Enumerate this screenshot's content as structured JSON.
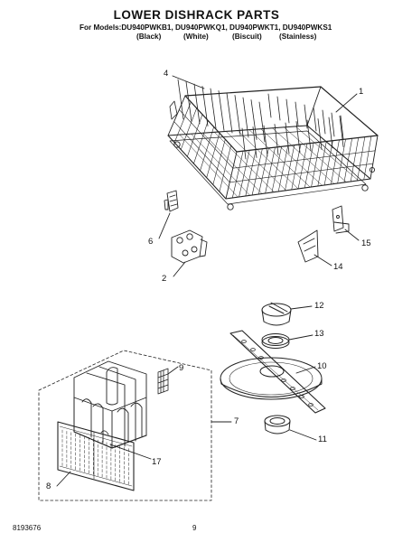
{
  "header": {
    "title": "LOWER DISHRACK PARTS",
    "models": "For Models:DU940PWKB1, DU940PWKQ1, DU940PWKT1, DU940PWKS1",
    "finishes": [
      "(Black)",
      "(White)",
      "(Biscuit)",
      "(Stainless)"
    ]
  },
  "callouts": [
    "1",
    "2",
    "4",
    "6",
    "7",
    "8",
    "9",
    "10",
    "11",
    "12",
    "13",
    "14",
    "15",
    "17"
  ],
  "footer": {
    "code": "8193676",
    "page": "9"
  }
}
